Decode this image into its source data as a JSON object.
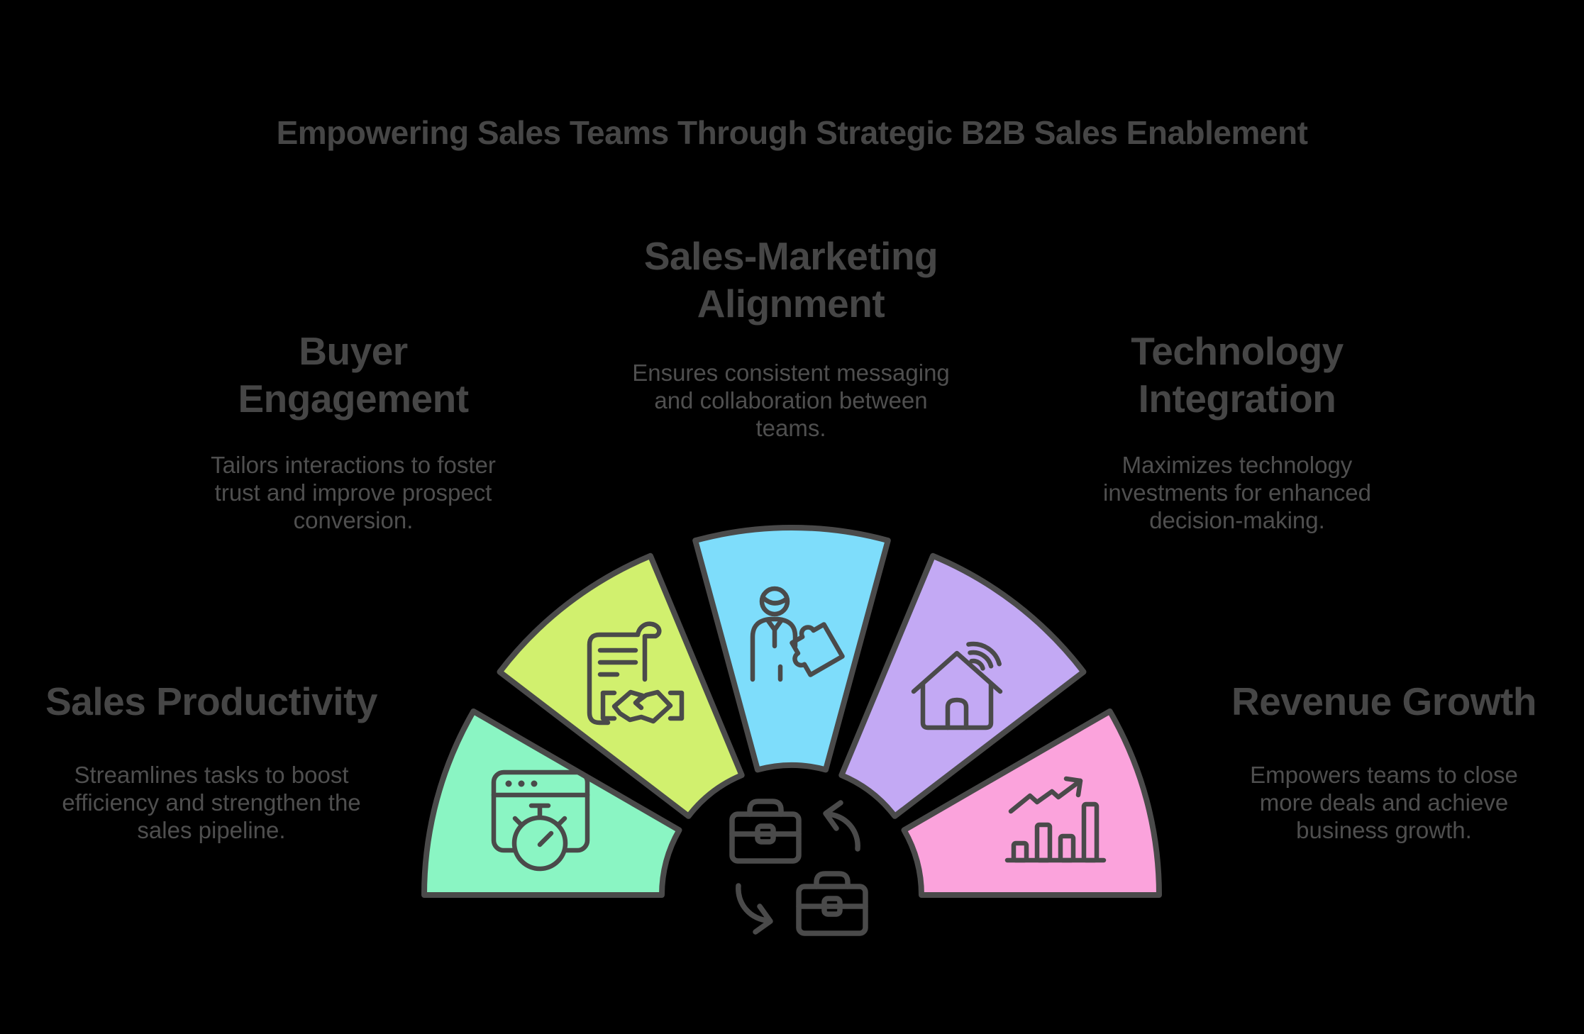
{
  "title": "Empowering Sales Teams Through Strategic B2B Sales Enablement",
  "colors": {
    "background": "#000000",
    "outline": "#4a4a4a",
    "title_text": "#464646",
    "heading_text": "#464646",
    "body_text": "#4f4f4f"
  },
  "diagram": {
    "type": "semicircle-fan",
    "center_icon": "briefcase-exchange-icon"
  },
  "sections": [
    {
      "id": "sales-productivity",
      "heading": "Sales Productivity",
      "heading_lines": [
        "Sales Productivity"
      ],
      "description": "Streamlines tasks to boost efficiency and strengthen the sales pipeline.",
      "description_lines": [
        "Streamlines tasks to boost",
        "efficiency and strengthen the",
        "sales pipeline."
      ],
      "color": "#8af5c3",
      "icon": "browser-stopwatch-icon"
    },
    {
      "id": "buyer-engagement",
      "heading": "Buyer Engagement",
      "heading_lines": [
        "Buyer",
        "Engagement"
      ],
      "description": "Tailors interactions to foster trust and improve prospect conversion.",
      "description_lines": [
        "Tailors interactions to foster",
        "trust and improve prospect",
        "conversion."
      ],
      "color": "#d1f06e",
      "icon": "contract-handshake-icon"
    },
    {
      "id": "sales-marketing-alignment",
      "heading": "Sales-Marketing Alignment",
      "heading_lines": [
        "Sales-Marketing",
        "Alignment"
      ],
      "description": "Ensures consistent messaging and collaboration between teams.",
      "description_lines": [
        "Ensures consistent messaging",
        "and collaboration between",
        "teams."
      ],
      "color": "#7eddfb",
      "icon": "person-puzzle-icon"
    },
    {
      "id": "technology-integration",
      "heading": "Technology Integration",
      "heading_lines": [
        "Technology",
        "Integration"
      ],
      "description": "Maximizes technology investments for enhanced decision-making.",
      "description_lines": [
        "Maximizes technology",
        "investments for enhanced",
        "decision-making."
      ],
      "color": "#c3a9f4",
      "icon": "smart-home-icon"
    },
    {
      "id": "revenue-growth",
      "heading": "Revenue Growth",
      "heading_lines": [
        "Revenue Growth"
      ],
      "description": "Empowers teams to close more deals and achieve business growth.",
      "description_lines": [
        "Empowers teams to close",
        "more deals and achieve",
        "business growth."
      ],
      "color": "#fba3dc",
      "icon": "growth-chart-icon"
    }
  ]
}
